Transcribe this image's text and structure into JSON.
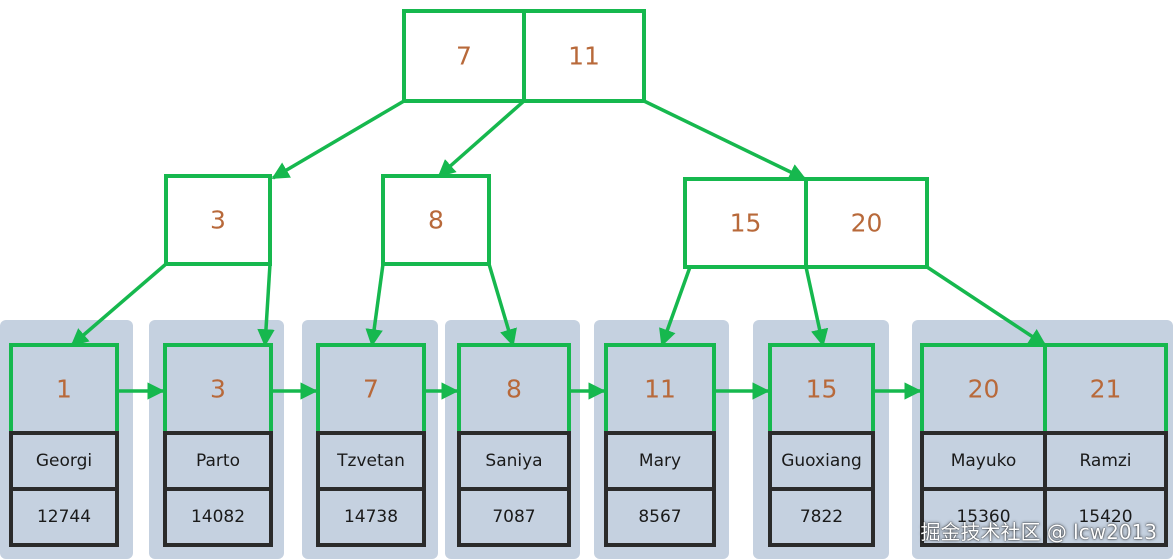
{
  "colors": {
    "node_border": "#16b84e",
    "key_text": "#b8693a",
    "record_border": "#2b2b2b",
    "leaf_background": "#c5d1e0",
    "text": "#1a1a1a"
  },
  "root": {
    "keys": [
      "7",
      "11"
    ]
  },
  "internal": [
    {
      "keys": [
        "3"
      ]
    },
    {
      "keys": [
        "8"
      ]
    },
    {
      "keys": [
        "15",
        "20"
      ]
    }
  ],
  "leaves": [
    {
      "keys": [
        "1"
      ],
      "records": [
        {
          "name": "Georgi",
          "value": "12744"
        }
      ]
    },
    {
      "keys": [
        "3"
      ],
      "records": [
        {
          "name": "Parto",
          "value": "14082"
        }
      ]
    },
    {
      "keys": [
        "7"
      ],
      "records": [
        {
          "name": "Tzvetan",
          "value": "14738"
        }
      ]
    },
    {
      "keys": [
        "8"
      ],
      "records": [
        {
          "name": "Saniya",
          "value": "7087"
        }
      ]
    },
    {
      "keys": [
        "11"
      ],
      "records": [
        {
          "name": "Mary",
          "value": "8567"
        }
      ]
    },
    {
      "keys": [
        "15"
      ],
      "records": [
        {
          "name": "Guoxiang",
          "value": "7822"
        }
      ]
    },
    {
      "keys": [
        "20",
        "21"
      ],
      "records": [
        {
          "name": "Mayuko",
          "value": "15360"
        },
        {
          "name": "Ramzi",
          "value": "15420"
        }
      ]
    }
  ],
  "watermark": "掘金技术社区 @ lcw2013"
}
